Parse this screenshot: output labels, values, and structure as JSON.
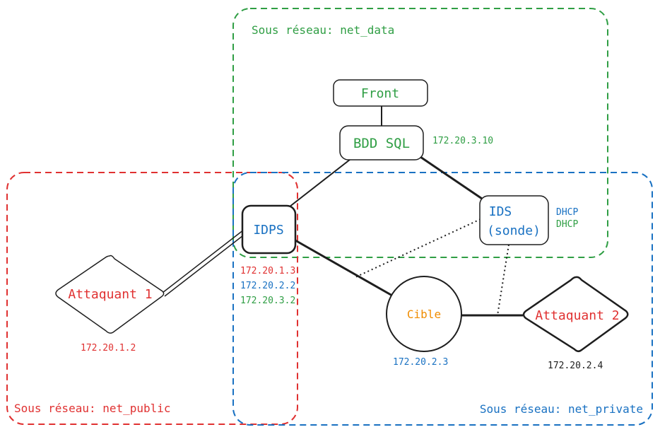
{
  "colors": {
    "green": "#2f9e44",
    "red": "#e03131",
    "blue": "#1971c2",
    "orange": "#f08c00",
    "black": "#1e1e1e"
  },
  "zones": {
    "net_data": "Sous réseau: net_data",
    "net_public": "Sous réseau: net_public",
    "net_private": "Sous réseau: net_private"
  },
  "nodes": {
    "front": "Front",
    "bdd_sql": "BDD SQL",
    "idps": "IDPS",
    "ids_line1": "IDS",
    "ids_line2": "(sonde)",
    "cible": "Cible",
    "attaquant1": "Attaquant 1",
    "attaquant2": "Attaquant 2"
  },
  "addresses": {
    "bdd_sql": "172.20.3.10",
    "ids_dhcp_private": "DHCP",
    "ids_dhcp_data": "DHCP",
    "idps_public": "172.20.1.3",
    "idps_private": "172.20.2.2",
    "idps_data": "172.20.3.2",
    "attaquant1": "172.20.1.2",
    "cible": "172.20.2.3",
    "attaquant2": "172.20.2.4"
  }
}
